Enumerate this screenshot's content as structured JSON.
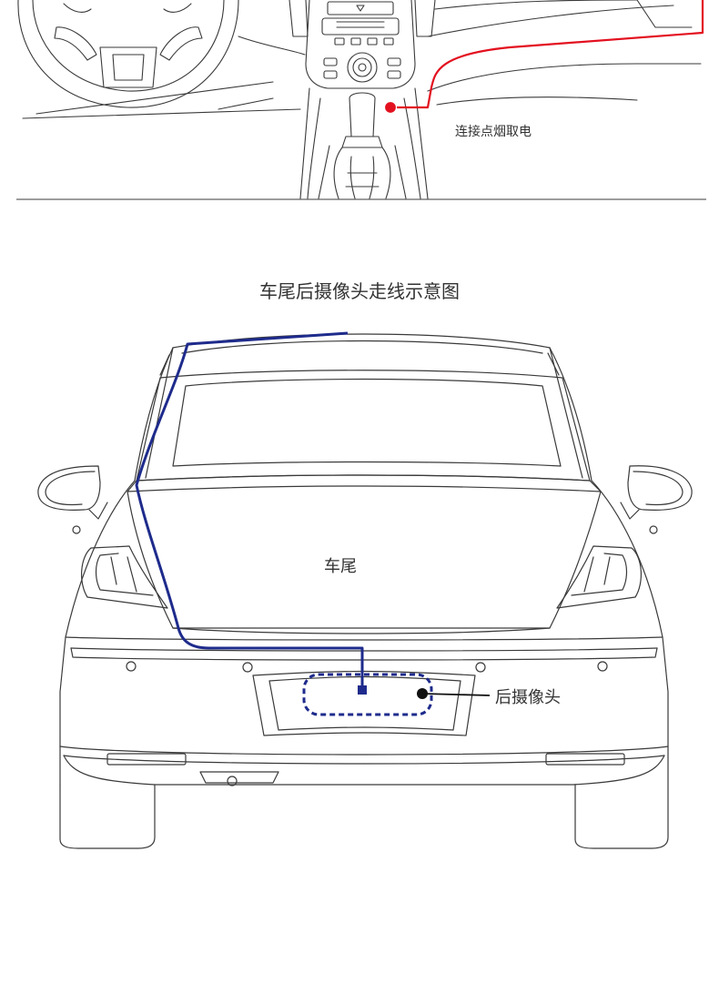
{
  "interior": {
    "label": "连接点烟取电"
  },
  "rear": {
    "title": "车尾后摄像头走线示意图",
    "trunk_label": "车尾",
    "camera_label": "后摄像头"
  },
  "colors": {
    "front_wire": "#e3101f",
    "rear_wire": "#1e2b8c",
    "outline": "#3a3a3a",
    "text": "#333333"
  }
}
